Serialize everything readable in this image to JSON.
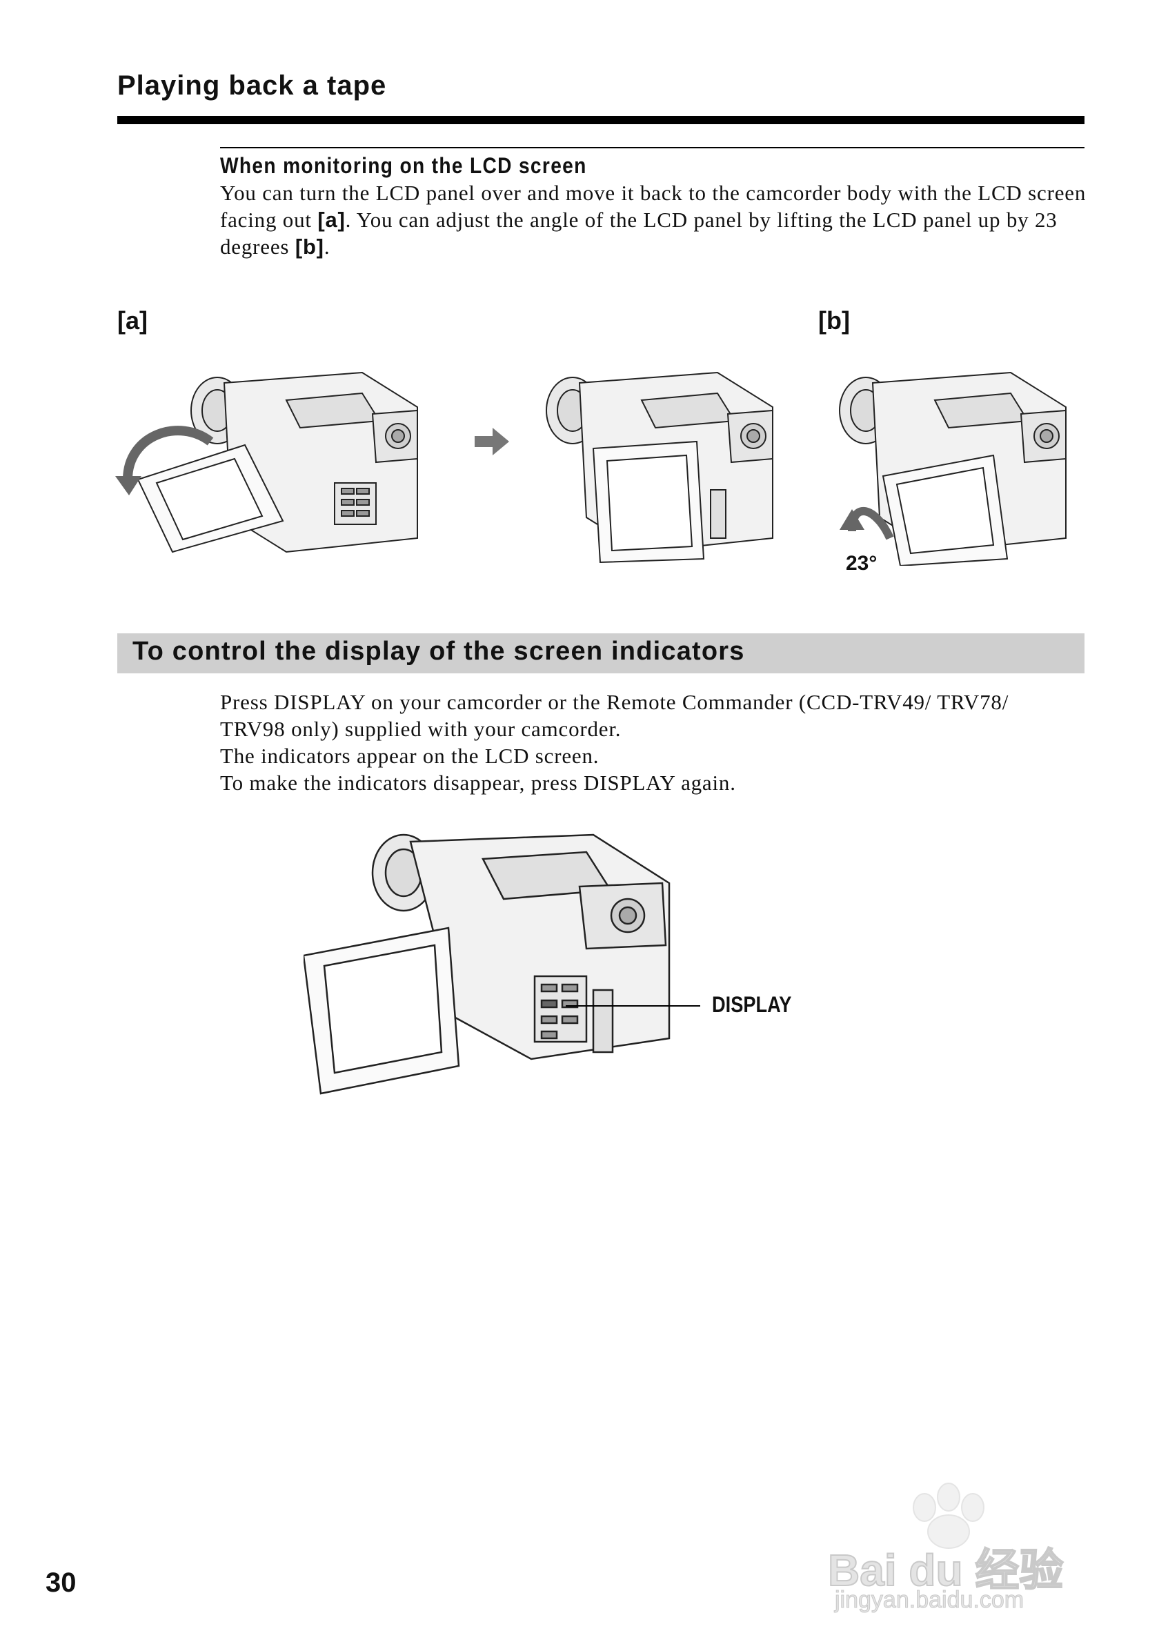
{
  "header": {
    "title": "Playing back a tape"
  },
  "lcd_section": {
    "heading": "When monitoring on the LCD screen",
    "text_1": "You can turn the LCD panel over and move it back to the camcorder body with the LCD screen facing out ",
    "ref_a": "[a]",
    "text_2": ". You can adjust the angle of the LCD panel by lifting the LCD panel up by 23 degrees ",
    "ref_b": "[b]",
    "text_3": "."
  },
  "figures": {
    "label_a": "[a]",
    "label_b": "[b]",
    "angle": "23°"
  },
  "display_section": {
    "title": "To control the display of the screen indicators",
    "lines": [
      "Press DISPLAY on your camcorder or the Remote Commander (CCD-TRV49/ TRV78/",
      "TRV98 only) supplied with your camcorder.",
      "The indicators appear on the LCD screen.",
      "To make the indicators disappear, press DISPLAY again."
    ],
    "callout": "DISPLAY"
  },
  "footer": {
    "page_number": "30"
  },
  "watermark": {
    "brand": "Bai du 经验",
    "url": "jingyan.baidu.com"
  }
}
